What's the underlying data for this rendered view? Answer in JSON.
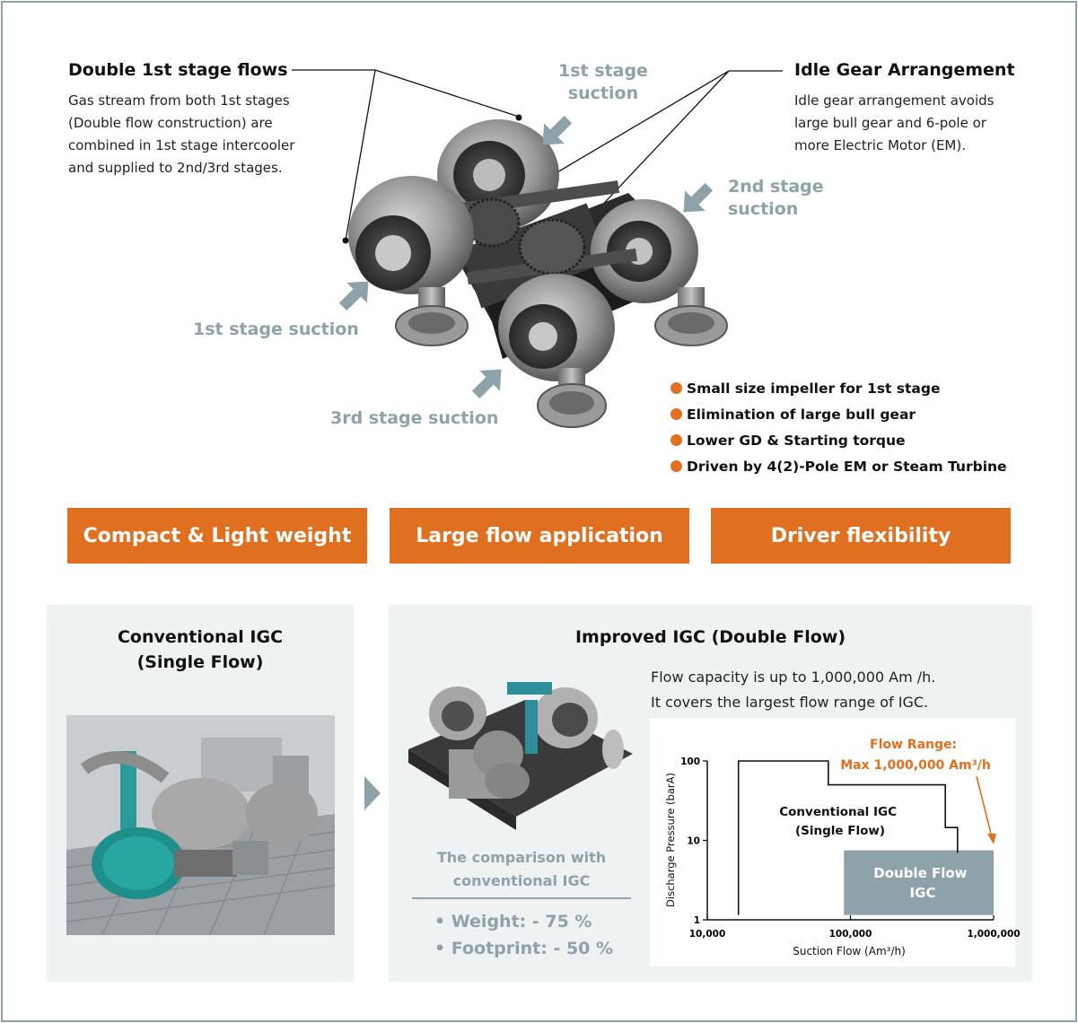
{
  "top": {
    "double_flows": {
      "title": "Double 1st stage flows",
      "body": [
        "Gas stream from both 1st stages",
        "(Double flow construction) are",
        "combined in 1st stage intercooler",
        "and supplied to 2nd/3rd stages."
      ]
    },
    "idle_gear": {
      "title": "Idle Gear Arrangement",
      "body": [
        "Idle gear arrangement avoids",
        "large bull gear and 6-pole or",
        "more Electric Motor (EM)."
      ]
    },
    "suction_labels": {
      "first_top": [
        "1st stage",
        "suction"
      ],
      "second": [
        "2nd stage",
        "suction"
      ],
      "first_left": "1st stage suction",
      "third": "3rd stage suction"
    },
    "features": [
      "Small size impeller for 1st stage",
      "Elimination of large bull gear",
      "Lower GD & Starting torque",
      "Driven by 4(2)-Pole EM or Steam Turbine"
    ]
  },
  "benefits": [
    "Compact & Light weight",
    "Large flow application",
    "Driver flexibility"
  ],
  "conventional": {
    "title": [
      "Conventional IGC",
      "(Single Flow)"
    ]
  },
  "improved": {
    "title": "Improved IGC (Double Flow)",
    "description": [
      "Flow capacity is up to 1,000,000 Am /h.",
      "It covers the largest flow range of IGC."
    ],
    "comparison_title": [
      "The comparison with",
      "conventional IGC"
    ],
    "comparison_items": [
      "• Weight: - 75 %",
      "• Footprint: - 50 %"
    ]
  },
  "chart": {
    "ylabel": "Discharge Pressure (barA)",
    "xlabel": "Suction Flow (Am³/h)",
    "y_ticks": [
      "100",
      "10",
      "1"
    ],
    "x_ticks": [
      "10,000",
      "100,000",
      "1,000,000"
    ],
    "conventional_label": [
      "Conventional IGC",
      "(Single Flow)"
    ],
    "double_label": [
      "Double Flow",
      "IGC"
    ],
    "flow_range_label": [
      "Flow Range:",
      "Max 1,000,000 Am³/h"
    ]
  },
  "chart_data": {
    "type": "area",
    "x_scale": "log",
    "y_scale": "log",
    "xlabel": "Suction Flow (Am³/h)",
    "ylabel": "Discharge Pressure (barA)",
    "xlim": [
      10000,
      1000000
    ],
    "ylim": [
      1,
      100
    ],
    "series": [
      {
        "name": "Conventional IGC (Single Flow)",
        "x": [
          16500,
          16500,
          70000,
          70000,
          460000,
          460000,
          560000,
          560000
        ],
        "y": [
          1.15,
          100,
          100,
          50,
          50,
          14.5,
          14.5,
          7
        ]
      },
      {
        "name": "Double Flow IGC",
        "x": [
          90000,
          90000,
          1000000,
          1000000
        ],
        "y": [
          1.15,
          7.5,
          7.5,
          1.15
        ]
      }
    ],
    "colors": {
      "accent": "#e0701f",
      "double_flow": "#8ea2aa",
      "line": "#111111"
    }
  }
}
